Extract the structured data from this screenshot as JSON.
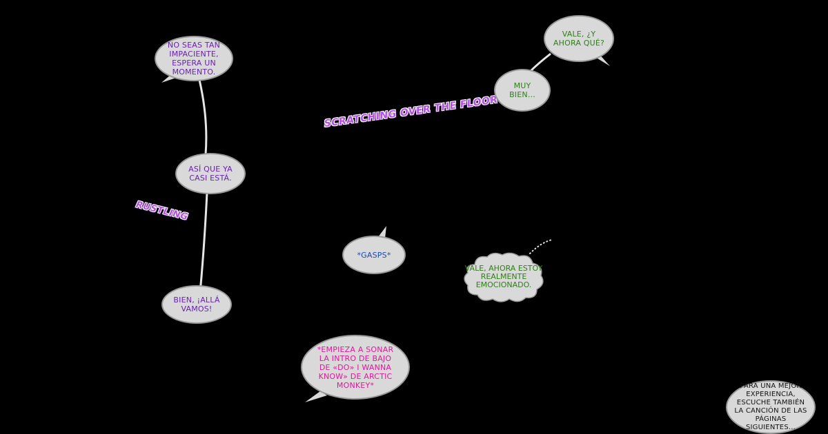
{
  "sound_effects": {
    "floor": "Scratching over the floor",
    "rustling": "Rustling"
  },
  "bubbles": {
    "no_seas": "No seas tan impaciente, espera un momento.",
    "asi_que": "Así que ya casi está.",
    "bien_alla": "Bien, ¡allá vamos!",
    "vale_ahora": "Vale, ¿y ahora qué?",
    "muy_bien": "Muy bien...",
    "gasps": "*gasps*",
    "emocionado": "Vale, ahora estoy realmente emocionado.",
    "empieza": "*Empieza a sonar la intro de bajo de «Do» I Wanna Know» de Arctic Monkey*",
    "experiencia": "Para una mejor experiencia, escuche también la canción de las páginas siguientes..."
  },
  "colors": {
    "background": "#000000",
    "bubble_fill": "#d9d9d9",
    "purple_text": "#6a1fb3",
    "green_text": "#2f7d18",
    "blue_text": "#1b48b8",
    "magenta_text": "#e0179a",
    "sfx": "#b34ee6"
  }
}
